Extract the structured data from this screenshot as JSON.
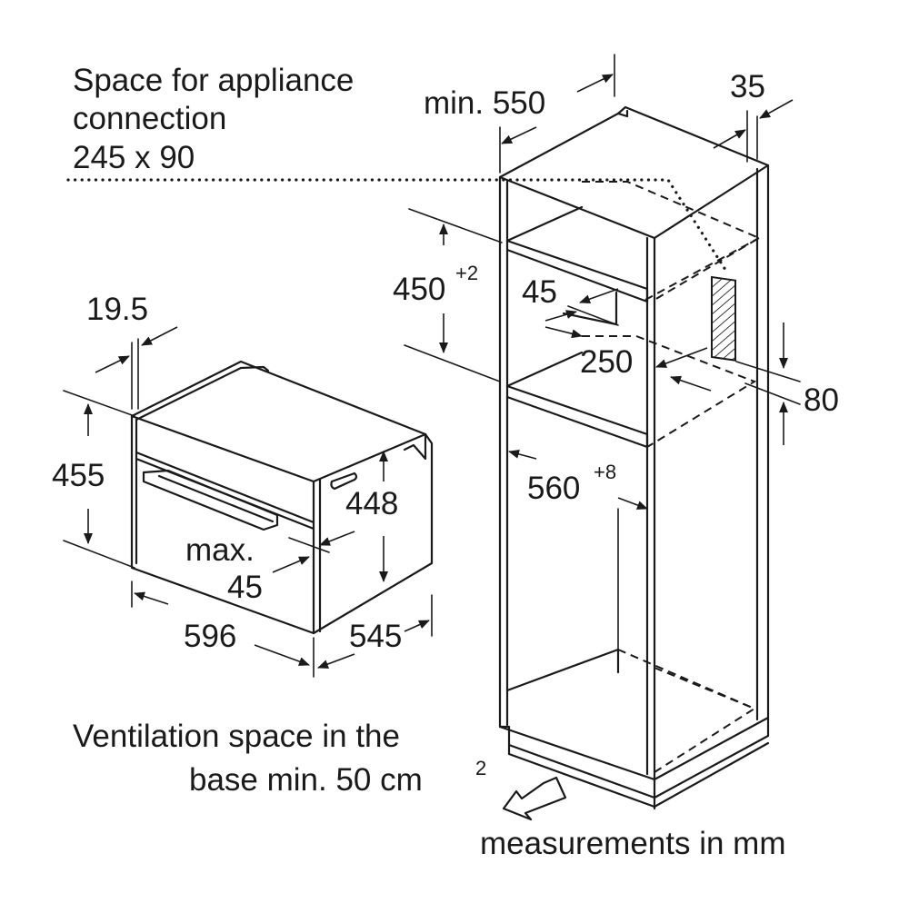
{
  "labels": {
    "connection_line1": "Space for appliance",
    "connection_line2": "connection",
    "connection_line3": "245 x 90",
    "min550": "min. 550",
    "d35": "35",
    "d450": "450",
    "d450_sup": "+2",
    "d45_niche": "45",
    "d250": "250",
    "d80": "80",
    "d560": "560",
    "d560_sup": "+8",
    "d19_5": "19.5",
    "d455": "455",
    "d448": "448",
    "max": "max.",
    "max45": "45",
    "d596": "596",
    "d545": "545",
    "vent_line1": "Ventilation space in the",
    "vent_line2": "base min. 50 cm",
    "vent_sup": "2",
    "units": "measurements in mm"
  }
}
